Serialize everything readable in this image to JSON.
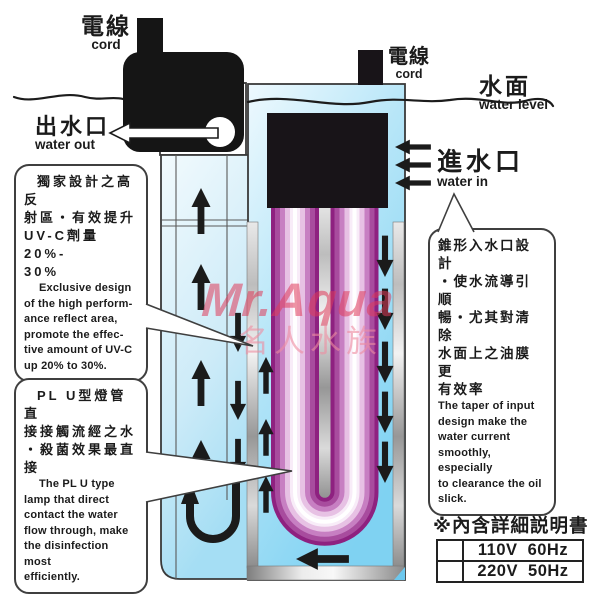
{
  "colors": {
    "water_blue": "#8ed5f2",
    "lamp_magenta": "#8e2180",
    "metal_gray": "#b9b9b9",
    "watermark_pink": "#df3a5a",
    "line_black": "#1b1b1b"
  },
  "labels": {
    "cord_pump": {
      "zh": "電線",
      "en": "cord"
    },
    "cord_unit": {
      "zh": "電線",
      "en": "cord"
    },
    "water_level": {
      "zh": "水面",
      "en": "water level"
    },
    "water_out": {
      "zh": "出水口",
      "en": "water out"
    },
    "water_in": {
      "zh": "進水口",
      "en": "water in"
    }
  },
  "callouts": {
    "reflect": {
      "zh": "獨家設計之高反\n射區・有效提升\nUV-C劑量20%-\n30%",
      "en": "Exclusive design\nof the high perform-\nance reflect area,\npromote the effec-\ntive amount of UV-C\nup 20% to 30%."
    },
    "lamp": {
      "zh": "PL U型燈管直\n接接觸流經之水\n・殺菌效果最直\n接",
      "en": "The PL U type\nlamp that direct\ncontact the water\nflow through, make\nthe disinfection most\nefficiently."
    },
    "taper": {
      "zh": "錐形入水口設計\n・使水流導引順\n暢・尤其對清除\n水面上之油膜更\n有效率",
      "en": "The taper of input\ndesign make the\nwater current\nsmoothly, especially\nto clearance the oil\nslick."
    }
  },
  "manual_note": "※內含詳細説明書",
  "spec_table": {
    "rows": [
      {
        "spec": "110V 60Hz"
      },
      {
        "spec": "220V 50Hz"
      }
    ]
  },
  "watermark": {
    "brand": "Mr.Aqua",
    "sub": "名人水族"
  }
}
